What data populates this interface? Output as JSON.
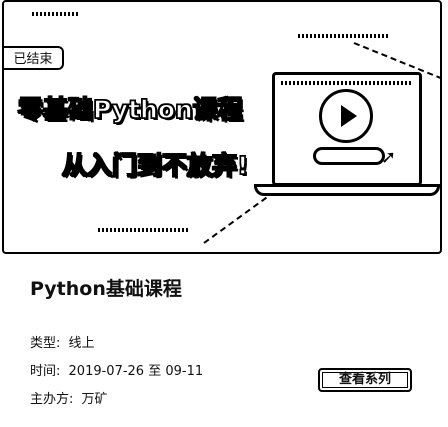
{
  "banner": {
    "status_badge": "已结束",
    "headline": "零基础Python课程",
    "slogan": "从入门到不放弃!"
  },
  "course": {
    "title": "Python基础课程",
    "type_label": "类型:",
    "type_value": "线上",
    "time_label": "时间:",
    "time_value": "2019-07-26 至 09-11",
    "organizer_label": "主办方:",
    "organizer_value": "万矿"
  },
  "actions": {
    "view_button_label": "查看系列"
  }
}
